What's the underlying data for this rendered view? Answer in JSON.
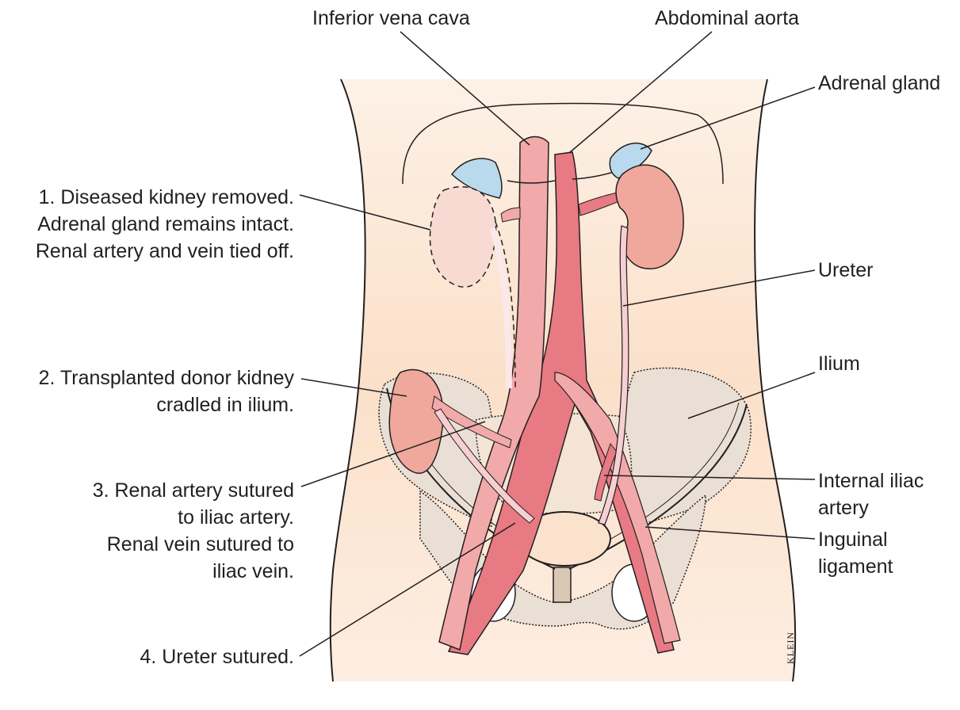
{
  "labels": {
    "inferior_vena_cava": "Inferior vena cava",
    "abdominal_aorta": "Abdominal aorta",
    "adrenal_gland": "Adrenal gland",
    "ureter": "Ureter",
    "ilium": "Ilium",
    "internal_iliac_artery": [
      "Internal iliac",
      "artery"
    ],
    "inguinal_ligament": [
      "Inguinal",
      "ligament"
    ],
    "step1": [
      "1. Diseased kidney removed.",
      "Adrenal gland remains intact.",
      "Renal artery and vein tied off."
    ],
    "step2": [
      "2. Transplanted donor kidney",
      "cradled in ilium."
    ],
    "step3": [
      "3. Renal artery sutured",
      "to iliac artery.",
      "Renal vein sutured to",
      "iliac vein."
    ],
    "step4": "4. Ureter sutured."
  },
  "signature": "KLEIN",
  "colors": {
    "skin": "#fbe2cc",
    "artery": "#e87a84",
    "vein": "#f2a9a9",
    "kidney": "#f0a89c",
    "removed_kidney": "#f9dad2",
    "adrenal": "#b9d9ec",
    "bone": "#eadfd4",
    "ureter": "#f7cfd2",
    "outline": "#231f20"
  }
}
